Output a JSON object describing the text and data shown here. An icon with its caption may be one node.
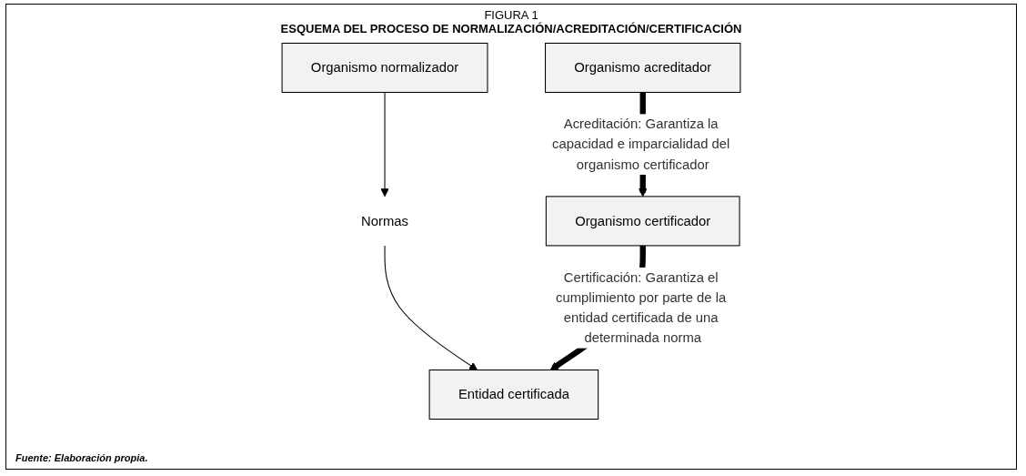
{
  "diagram": {
    "title": "ESQUEMA DEL PROCESO DE NORMALIZACIÓN/ACREDITACIÓN/CERTIFICACIÓN",
    "caption": "Fuente: Elaboración propia.",
    "labels": [
      "FIGURA 1"
    ],
    "nodes": [
      {
        "text": [
          "Organismo normalizador"
        ]
      },
      {
        "text": [
          "Organismo acreditador"
        ]
      },
      {
        "text": [
          "Normas"
        ]
      },
      {
        "text": [
          "Organismo certificador"
        ]
      },
      {
        "text": [
          "Entidad certificada"
        ]
      }
    ],
    "edges": [
      {
        "from": 0,
        "to": 2,
        "arrow": "to"
      },
      {
        "from": 1,
        "to": 3,
        "arrow": "to",
        "style": "thick",
        "label": "Acreditación: Garantiza la capacidad e imparcialidad del organismo certificador"
      },
      {
        "from": 2,
        "to": 4,
        "arrow": "to"
      },
      {
        "from": 3,
        "to": 4,
        "arrow": "to",
        "style": "thick",
        "label": "Certificación: Garantiza el cumplimiento por parte de la entidad certificada de una determinada norma"
      }
    ]
  }
}
